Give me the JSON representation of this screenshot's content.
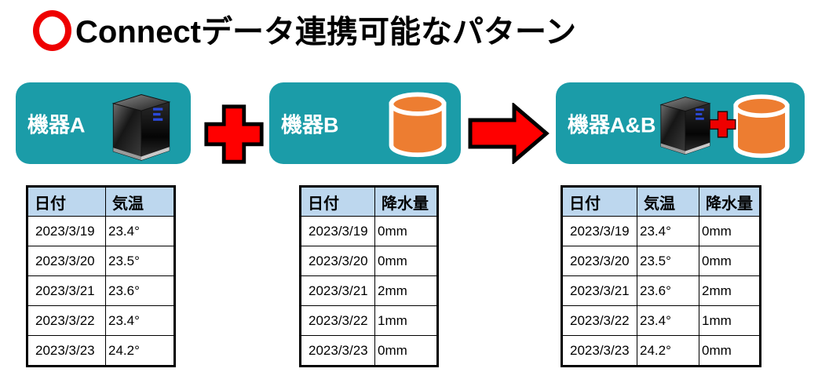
{
  "title": {
    "text": "Connectデータ連携可能なパターン",
    "bullet": "red-outline-circle"
  },
  "flow": {
    "device_a": {
      "label": "機器A",
      "icon": "server"
    },
    "operator_1": "plus",
    "device_b": {
      "label": "機器B",
      "icon": "database-cylinder"
    },
    "operator_2": "arrow-right",
    "device_ab": {
      "label": "機器A&B",
      "icons": [
        "server",
        "plus",
        "database-cylinder"
      ]
    }
  },
  "tables": [
    {
      "name": "device-a-data",
      "headers": [
        "日付",
        "気温"
      ],
      "rows": [
        [
          "2023/3/19",
          "23.4°"
        ],
        [
          "2023/3/20",
          "23.5°"
        ],
        [
          "2023/3/21",
          "23.6°"
        ],
        [
          "2023/3/22",
          "23.4°"
        ],
        [
          "2023/3/23",
          "24.2°"
        ]
      ]
    },
    {
      "name": "device-b-data",
      "headers": [
        "日付",
        "降水量"
      ],
      "rows": [
        [
          "2023/3/19",
          "0mm"
        ],
        [
          "2023/3/20",
          "0mm"
        ],
        [
          "2023/3/21",
          "2mm"
        ],
        [
          "2023/3/22",
          "1mm"
        ],
        [
          "2023/3/23",
          "0mm"
        ]
      ]
    },
    {
      "name": "device-ab-data",
      "headers": [
        "日付",
        "気温",
        "降水量"
      ],
      "rows": [
        [
          "2023/3/19",
          "23.4°",
          "0mm"
        ],
        [
          "2023/3/20",
          "23.5°",
          "0mm"
        ],
        [
          "2023/3/21",
          "23.6°",
          "2mm"
        ],
        [
          "2023/3/22",
          "23.4°",
          "1mm"
        ],
        [
          "2023/3/23",
          "24.2°",
          "0mm"
        ]
      ]
    }
  ],
  "colors": {
    "device_box_teal": "#1B9CA8",
    "table_header_blue": "#BDD7EE",
    "operator_red": "#FF0000",
    "database_orange": "#ED7D31",
    "title_circle_red": "#EE0000"
  }
}
